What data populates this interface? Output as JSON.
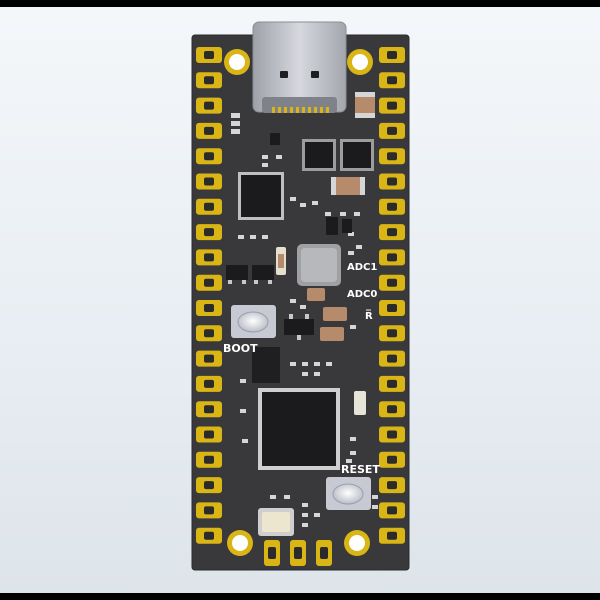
{
  "board": {
    "labels": {
      "adc1": "ADC1",
      "adc0": "ADC0",
      "r_bar": "R̅",
      "boot": "BOOT",
      "reset": "RESET"
    },
    "pins_per_side": 20,
    "colors": {
      "pcb": "#39393b",
      "gold": "#d9b516",
      "silkscreen": "#ffffff",
      "usb_shell": "#b9bcc4",
      "chip": "#1b1b1d",
      "button": "#c7c9d3",
      "background": "#eef2f5"
    }
  }
}
